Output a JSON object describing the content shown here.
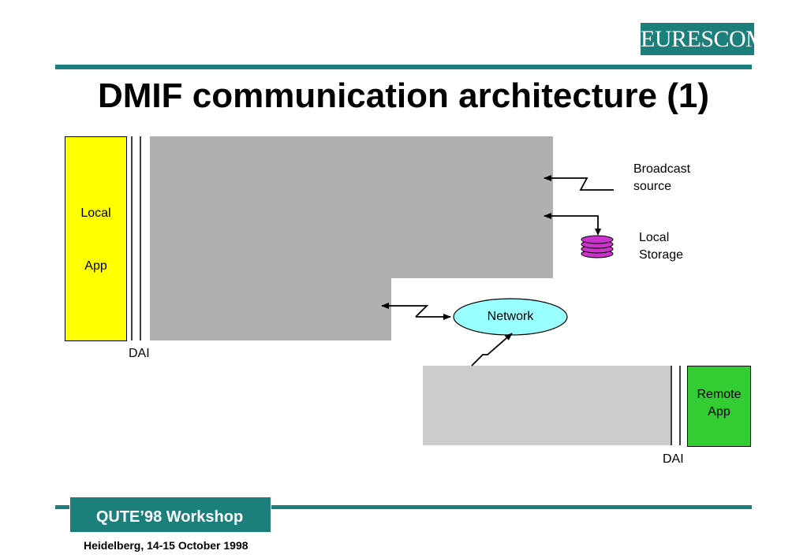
{
  "header": {
    "logo_text": "EURESCOM",
    "title": "DMIF communication architecture (1)"
  },
  "diagram": {
    "local_app": {
      "line1": "Local",
      "line2": "App"
    },
    "dai_left": "DAI",
    "broadcast_source": {
      "line1": "Broadcast",
      "line2": "source"
    },
    "local_storage": {
      "line1": "Local",
      "line2": "Storage"
    },
    "network": "Network",
    "remote_app": {
      "line1": "Remote",
      "line2": "App"
    },
    "dai_right": "DAI"
  },
  "footer": {
    "workshop": "QUTE’98 Workshop",
    "date": "Heidelberg, 14-15 October 1998"
  },
  "colors": {
    "accent_teal": "#1c7f7c",
    "local_app_yellow": "#ffff00",
    "remote_app_green": "#33cc33",
    "dmif_gray_dark": "#b0b0b0",
    "dmif_gray_light": "#cccccc",
    "network_cyan": "#99ffff",
    "storage_magenta": "#cc33cc"
  }
}
